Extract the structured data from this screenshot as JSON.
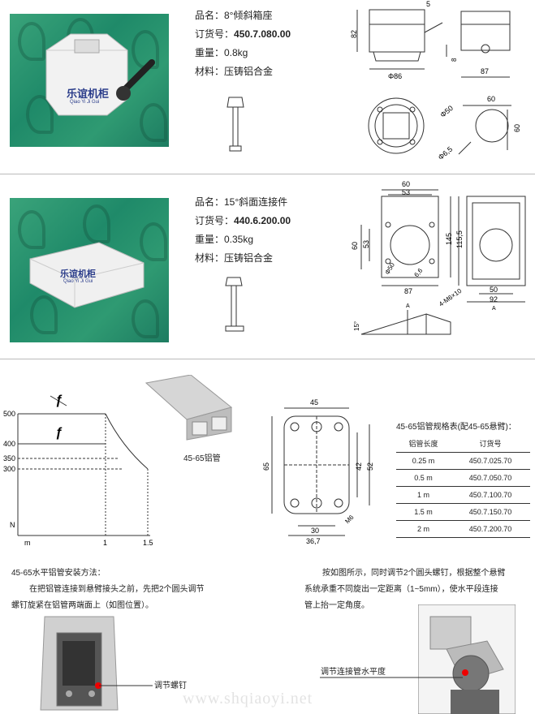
{
  "product1": {
    "name": "品名：8°倾斜箱座",
    "order_label": "订货号：",
    "order_no": "450.7.080.00",
    "weight": "重量：0.8kg",
    "material": "材料：压铸铝合金",
    "brand_text": "乐谊机柜",
    "brand_sub": "Qiao Yi Ji Gui",
    "dims": [
      "5",
      "82",
      "Φ86",
      "8",
      "87",
      "60",
      "Φ50",
      "60",
      "Φ6,5"
    ]
  },
  "product2": {
    "name": "品名：15°斜面连接件",
    "order_label": "订货号：",
    "order_no": "440.6.200.00",
    "weight": "重量：0.35kg",
    "material": "材料：压铸铝合金",
    "brand_text": "乐谊机柜",
    "brand_sub": "Qiao Yi Ji Gui",
    "dims": [
      "60",
      "53",
      "60",
      "53",
      "145",
      "Φ50",
      "6,6",
      "87",
      "4-M6×10",
      "115,5",
      "50",
      "92",
      "A",
      "A",
      "15°"
    ]
  },
  "load_chart": {
    "y_ticks": [
      "500",
      "400",
      "350",
      "300"
    ],
    "x_ticks": [
      "m",
      "1",
      "1.5"
    ],
    "y_label": "N"
  },
  "profile": {
    "caption": "45-65铝管",
    "dims": [
      "45",
      "65",
      "42",
      "52",
      "30",
      "36,7",
      "M6"
    ]
  },
  "spec_table": {
    "title": "45-65铝管规格表(配45-65悬臂)：",
    "headers": [
      "铝管长度",
      "订货号"
    ],
    "rows": [
      [
        "0.25 m",
        "450.7.025.70"
      ],
      [
        "0.5 m",
        "450.7.050.70"
      ],
      [
        "1 m",
        "450.7.100.70"
      ],
      [
        "1.5 m",
        "450.7.150.70"
      ],
      [
        "2 m",
        "450.7.200.70"
      ]
    ]
  },
  "install": {
    "heading": "45-65水平铝管安装方法：",
    "left_text_1": "在把铝管连接到悬臂接头之前，先把2个圆头调节",
    "left_text_2": "螺钉旋紧在铝管两端面上（如图位置）。",
    "right_text_1": "按如图所示，同时调节2个圆头螺钉，根据整个悬臂",
    "right_text_2": "系统承重不同旋出一定距离（1~5mm），使水平段连接",
    "right_text_3": "管上抬一定角度。",
    "callout_left": "调节螺钉",
    "callout_right": "调节连接管水平度",
    "watermark": "www.shqiaoyi.net"
  }
}
